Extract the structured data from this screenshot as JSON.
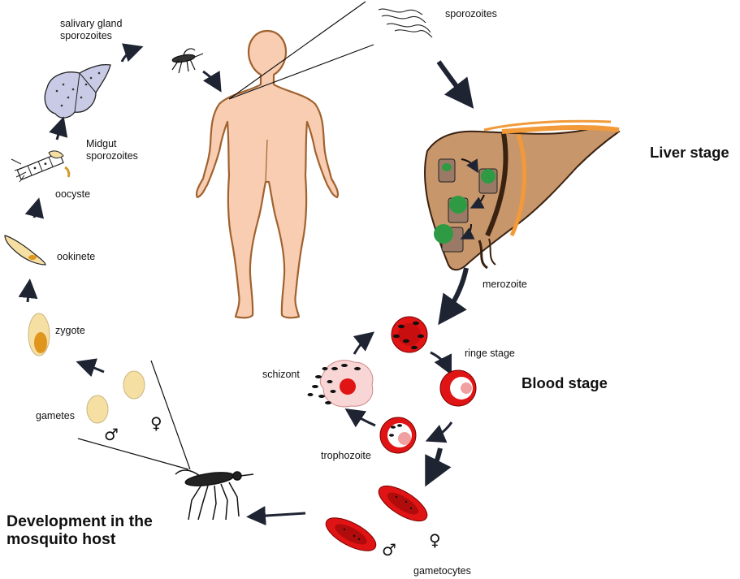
{
  "labels": {
    "salivary_line1": "salivary gland",
    "salivary_line2": "sporozoites",
    "sporozoites": "sporozoites",
    "midgut_line1": "Midgut",
    "midgut_line2": "sporozoites",
    "oocyste": "oocyste",
    "ookinete": "ookinete",
    "zygote": "zygote",
    "gametes": "gametes",
    "merozoite": "merozoite",
    "ringe_stage": "ringe stage",
    "schizont": "schizont",
    "trophozoite": "trophozoite",
    "gametocytes": "gametocytes"
  },
  "stage_titles": {
    "liver": "Liver stage",
    "blood": "Blood stage",
    "mosquito_line1": "Development in the",
    "mosquito_line2": "mosquito host"
  },
  "symbols": {
    "male": "♂",
    "female": "♀"
  },
  "colors": {
    "skin": "#f8cdb2",
    "skin_outline": "#a0622f",
    "liver": "#c8966b",
    "liver_dark": "#3a2210",
    "liver_orange": "#f29a3a",
    "rbc": "#e01414",
    "gamete": "#f6dfa3",
    "oocyst_purple": "#c9cbe6",
    "parasite_green": "#2f9a44",
    "arrow": "#1f2433"
  }
}
